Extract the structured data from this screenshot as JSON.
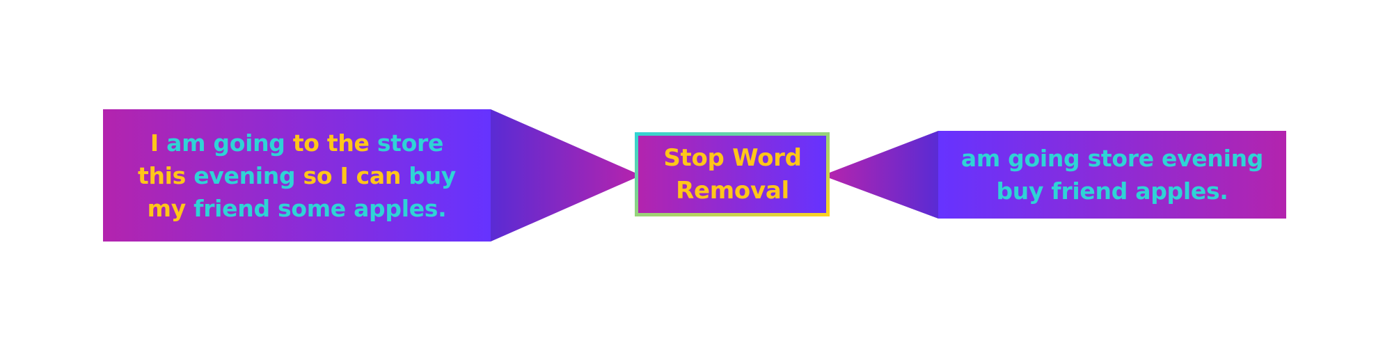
{
  "diagram": {
    "input": {
      "words": [
        {
          "text": "I",
          "kind": "stop"
        },
        {
          "text": "am",
          "kind": "keep"
        },
        {
          "text": "going",
          "kind": "keep"
        },
        {
          "text": "to",
          "kind": "stop"
        },
        {
          "text": "the",
          "kind": "stop"
        },
        {
          "text": "store",
          "kind": "keep"
        },
        {
          "text": "this",
          "kind": "stop"
        },
        {
          "text": "evening",
          "kind": "keep"
        },
        {
          "text": "so",
          "kind": "stop"
        },
        {
          "text": "I",
          "kind": "stop"
        },
        {
          "text": "can",
          "kind": "stop"
        },
        {
          "text": "buy",
          "kind": "keep"
        },
        {
          "text": "my",
          "kind": "stop"
        },
        {
          "text": "friend",
          "kind": "keep"
        },
        {
          "text": "some",
          "kind": "keep"
        },
        {
          "text": "apples.",
          "kind": "keep"
        }
      ]
    },
    "process": {
      "label_line1": "Stop Word",
      "label_line2": "Removal"
    },
    "output": {
      "words": [
        {
          "text": "am",
          "kind": "keep"
        },
        {
          "text": "going",
          "kind": "keep"
        },
        {
          "text": "store",
          "kind": "keep"
        },
        {
          "text": "evening",
          "kind": "keep"
        },
        {
          "text": "buy",
          "kind": "keep"
        },
        {
          "text": "friend",
          "kind": "keep"
        },
        {
          "text": "apples.",
          "kind": "keep"
        }
      ]
    }
  },
  "colors": {
    "stop_word": "#FFC61A",
    "kept_word": "#2FD3D6",
    "magenta": "#B324AE",
    "violet": "#6633FF",
    "dark_violet": "#5A2BD4",
    "border_cyan": "#2FD3D6",
    "border_yellow": "#FFD21F",
    "background": "#FFFFFF"
  }
}
